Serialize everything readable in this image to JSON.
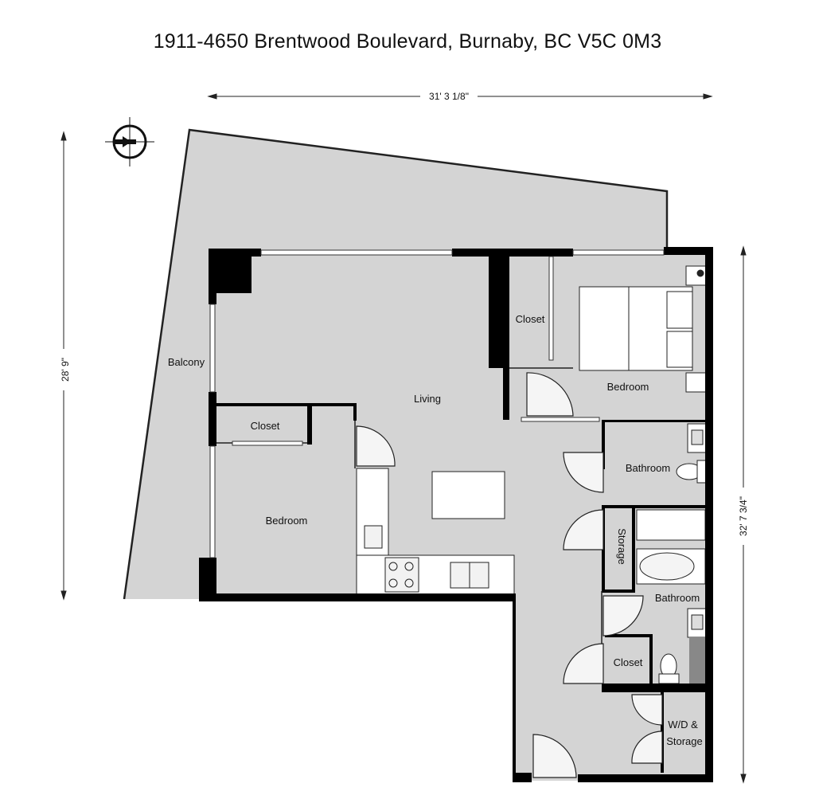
{
  "title": "1911-4650 Brentwood Boulevard, Burnaby, BC V5C 0M3",
  "dimensions": {
    "width": "31' 3 1/8\"",
    "left_height": "28' 9\"",
    "right_height": "32' 7 3/4\""
  },
  "rooms": {
    "balcony": "Balcony",
    "living": "Living",
    "closet_top": "Closet",
    "bedroom_main": "Bedroom",
    "closet_left": "Closet",
    "bedroom_left": "Bedroom",
    "bathroom_ensuite": "Bathroom",
    "storage": "Storage",
    "bathroom_main": "Bathroom",
    "closet_hall": "Closet",
    "wd_line1": "W/D &",
    "wd_line2": "Storage"
  },
  "icons": [
    "compass-icon"
  ],
  "colors": {
    "floor": "#d4d4d4",
    "wall": "#000000",
    "fixture": "#ffffff"
  }
}
